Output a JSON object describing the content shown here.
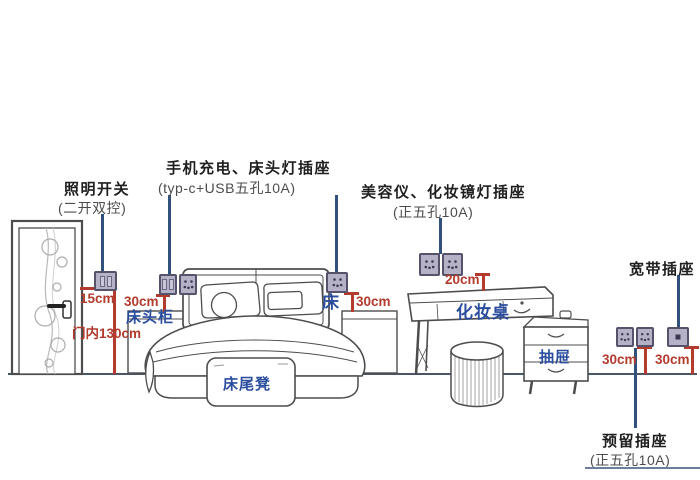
{
  "annotations": {
    "lighting_switch": {
      "title": "照明开关",
      "subtitle": "(二开双控)"
    },
    "phone_charging_bedside_outlet": {
      "title": "手机充电、床头灯插座",
      "subtitle": "(typ-c+USB五孔10A)"
    },
    "beauty_mirror_outlet": {
      "title": "美容仪、化妆镜灯插座",
      "subtitle": "(正五孔10A)"
    },
    "broadband_outlet": {
      "title": "宽带插座"
    },
    "reserved_outlet": {
      "title": "预留插座",
      "subtitle": "(正五孔10A)"
    }
  },
  "furniture": {
    "bed": "床",
    "bedside_cabinet": "床头柜",
    "bed_end_bench": "床尾凳",
    "dressing_table": "化妆桌",
    "drawer": "抽屉"
  },
  "measurements": {
    "switch_offset_from_door": "15cm",
    "switch_height": "门内130cm",
    "bedside_outlet_left_height": "30cm",
    "bedside_outlet_right_height": "30cm",
    "dressing_outlet_height": "20cm",
    "reserved_outlet_height": "30cm",
    "broadband_outlet_height": "30cm"
  },
  "colors": {
    "measurement_red": "#b23b2e",
    "furniture_label_blue": "#2a4d9e",
    "leader_line_navy": "#31517c",
    "outlet_fill": "#b5b2c7",
    "outlet_border": "#55526b",
    "sketch_stroke": "#4d4d4d",
    "floor_line": "#4a5568"
  }
}
